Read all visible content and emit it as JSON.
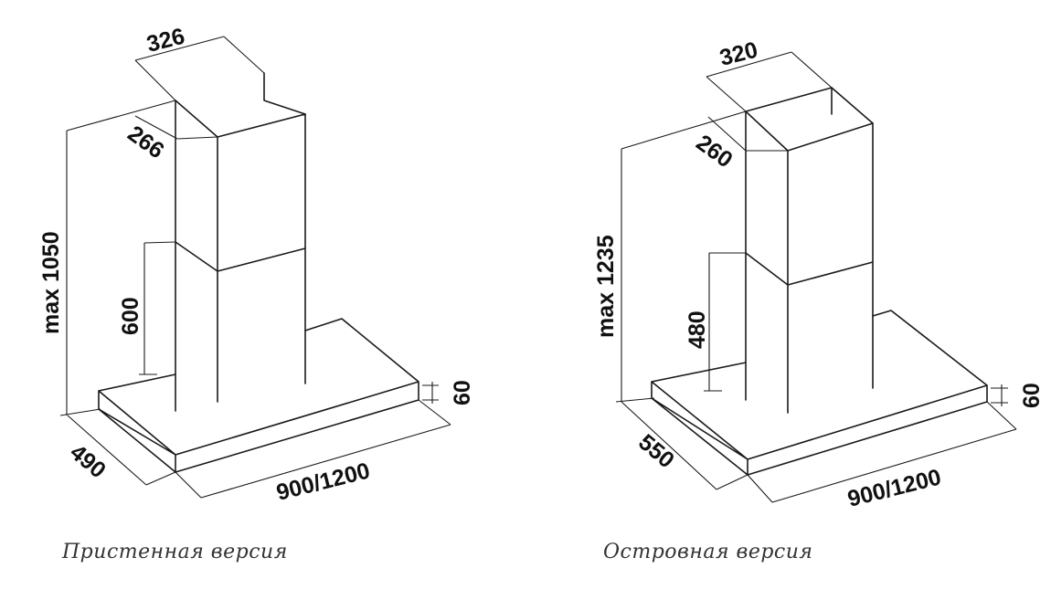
{
  "wall": {
    "caption": "Пристенная версия",
    "dims": {
      "chimney_width": "326",
      "chimney_depth": "266",
      "total_height": "max 1050",
      "lower_chimney": "600",
      "canopy_height": "60",
      "canopy_depth": "490",
      "canopy_width": "900/1200"
    }
  },
  "island": {
    "caption": "Островная версия",
    "dims": {
      "chimney_width": "320",
      "chimney_depth": "260",
      "total_height": "max 1235",
      "lower_chimney": "480",
      "canopy_height": "60",
      "canopy_depth": "550",
      "canopy_width": "900/1200"
    }
  }
}
